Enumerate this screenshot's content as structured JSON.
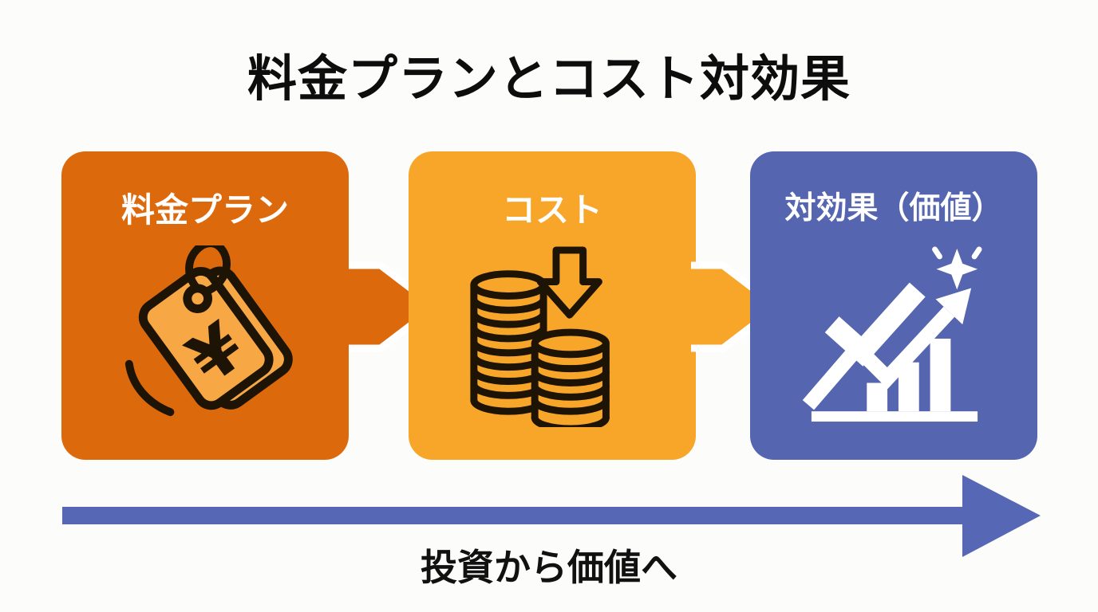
{
  "title": "料金プランとコスト対効果",
  "flow": {
    "boxes": [
      {
        "label": "料金プラン",
        "icon": "price-tags-icon",
        "bg_color": "#DD690D"
      },
      {
        "label": "コスト",
        "icon": "coins-decrease-icon",
        "bg_color": "#F7A62A"
      },
      {
        "label": "対効果（価値）",
        "icon": "growth-check-icon",
        "bg_color": "#5565AF"
      }
    ],
    "connectors": [
      {
        "name": "flow-arrow-1",
        "color": "#DD690D"
      },
      {
        "name": "flow-arrow-2",
        "color": "#F7A62A"
      }
    ]
  },
  "bottom": {
    "label": "投資から価値へ",
    "arrow_color": "#5567B5"
  },
  "icons": {
    "yen_symbol": "¥"
  },
  "colors": {
    "background": "#FCFCFA",
    "title_text": "#0D0D0D",
    "box_label_text": "#FFFFFF",
    "icon_outline": "#1E1405",
    "tag_fill": "#F7A845",
    "value_icon_fill": "#FFFFFF"
  }
}
